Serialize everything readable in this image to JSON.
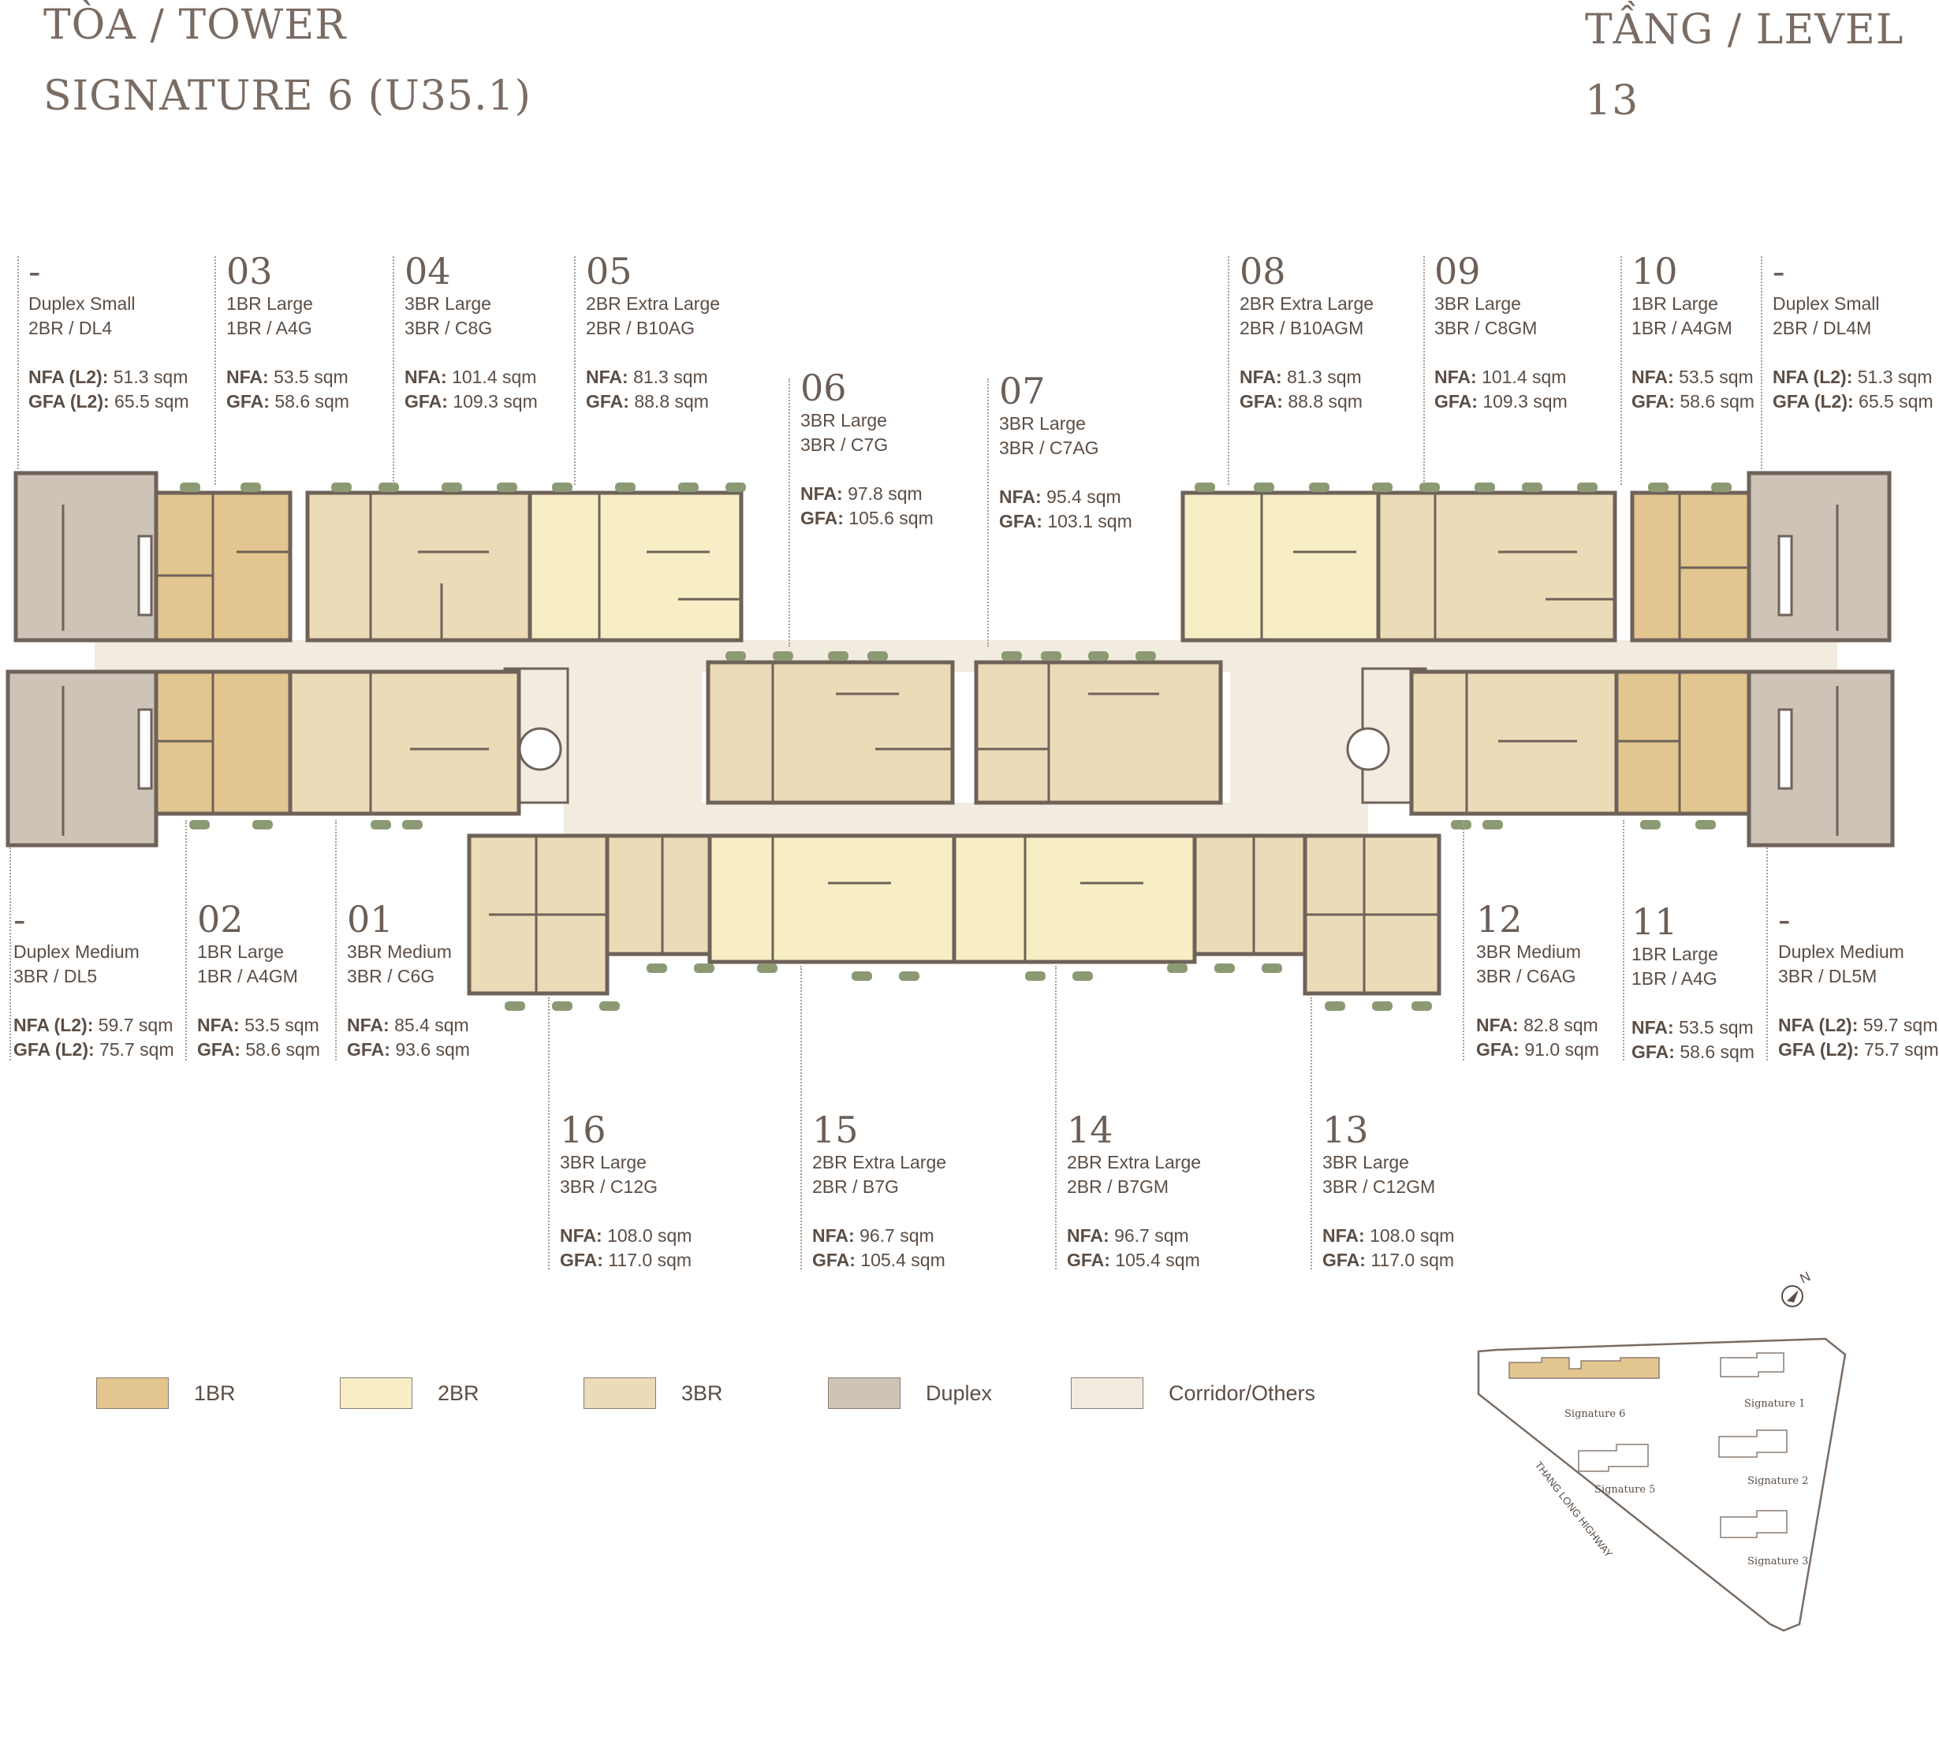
{
  "header": {
    "tower_label": "TÒA / TOWER",
    "tower_name": "SIGNATURE 6 (U35.1)",
    "level_label": "TẦNG / LEVEL",
    "level_number": "13"
  },
  "colors": {
    "1br": "#e3c68f",
    "2br": "#f7eec6",
    "3br": "#ecdbb7",
    "duplex": "#cdc3b6",
    "corridor": "#f2ebe0",
    "wall": "#6e6259",
    "planter": "#8c9a74"
  },
  "units": {
    "u_ds_left": {
      "num": "-",
      "name": "Duplex Small",
      "code": "2BR / DL4",
      "nfa_k": "NFA (L2):",
      "nfa": "51.3 sqm",
      "gfa_k": "GFA (L2):",
      "gfa": "65.5 sqm"
    },
    "u03": {
      "num": "03",
      "name": "1BR Large",
      "code": "1BR / A4G",
      "nfa_k": "NFA:",
      "nfa": "53.5 sqm",
      "gfa_k": "GFA:",
      "gfa": "58.6 sqm"
    },
    "u04": {
      "num": "04",
      "name": "3BR Large",
      "code": "3BR / C8G",
      "nfa_k": "NFA:",
      "nfa": "101.4 sqm",
      "gfa_k": "GFA:",
      "gfa": "109.3 sqm"
    },
    "u05": {
      "num": "05",
      "name": "2BR Extra Large",
      "code": "2BR / B10AG",
      "nfa_k": "NFA:",
      "nfa": "81.3 sqm",
      "gfa_k": "GFA:",
      "gfa": "88.8 sqm"
    },
    "u06": {
      "num": "06",
      "name": "3BR Large",
      "code": "3BR / C7G",
      "nfa_k": "NFA:",
      "nfa": "97.8 sqm",
      "gfa_k": "GFA:",
      "gfa": "105.6 sqm"
    },
    "u07": {
      "num": "07",
      "name": "3BR Large",
      "code": "3BR / C7AG",
      "nfa_k": "NFA:",
      "nfa": "95.4 sqm",
      "gfa_k": "GFA:",
      "gfa": "103.1 sqm"
    },
    "u08": {
      "num": "08",
      "name": "2BR Extra Large",
      "code": "2BR / B10AGM",
      "nfa_k": "NFA:",
      "nfa": "81.3 sqm",
      "gfa_k": "GFA:",
      "gfa": "88.8 sqm"
    },
    "u09": {
      "num": "09",
      "name": "3BR Large",
      "code": "3BR / C8GM",
      "nfa_k": "NFA:",
      "nfa": "101.4 sqm",
      "gfa_k": "GFA:",
      "gfa": "109.3 sqm"
    },
    "u10": {
      "num": "10",
      "name": "1BR Large",
      "code": "1BR / A4GM",
      "nfa_k": "NFA:",
      "nfa": "53.5 sqm",
      "gfa_k": "GFA:",
      "gfa": "58.6 sqm"
    },
    "u_ds_right": {
      "num": "-",
      "name": "Duplex Small",
      "code": "2BR / DL4M",
      "nfa_k": "NFA (L2):",
      "nfa": "51.3 sqm",
      "gfa_k": "GFA (L2):",
      "gfa": "65.5 sqm"
    },
    "u_dm_left": {
      "num": "-",
      "name": "Duplex Medium",
      "code": "3BR / DL5",
      "nfa_k": "NFA (L2):",
      "nfa": "59.7 sqm",
      "gfa_k": "GFA (L2):",
      "gfa": "75.7 sqm"
    },
    "u02": {
      "num": "02",
      "name": "1BR Large",
      "code": "1BR / A4GM",
      "nfa_k": "NFA:",
      "nfa": "53.5 sqm",
      "gfa_k": "GFA:",
      "gfa": "58.6 sqm"
    },
    "u01": {
      "num": "01",
      "name": "3BR Medium",
      "code": "3BR / C6G",
      "nfa_k": "NFA:",
      "nfa": "85.4 sqm",
      "gfa_k": "GFA:",
      "gfa": "93.6 sqm"
    },
    "u12": {
      "num": "12",
      "name": "3BR Medium",
      "code": "3BR / C6AG",
      "nfa_k": "NFA:",
      "nfa": "82.8 sqm",
      "gfa_k": "GFA:",
      "gfa": "91.0 sqm"
    },
    "u11": {
      "num": "11",
      "name": "1BR Large",
      "code": "1BR / A4G",
      "nfa_k": "NFA:",
      "nfa": "53.5 sqm",
      "gfa_k": "GFA:",
      "gfa": "58.6 sqm"
    },
    "u_dm_right": {
      "num": "-",
      "name": "Duplex Medium",
      "code": "3BR / DL5M",
      "nfa_k": "NFA (L2):",
      "nfa": "59.7 sqm",
      "gfa_k": "GFA (L2):",
      "gfa": "75.7 sqm"
    },
    "u16": {
      "num": "16",
      "name": "3BR Large",
      "code": "3BR / C12G",
      "nfa_k": "NFA:",
      "nfa": "108.0 sqm",
      "gfa_k": "GFA:",
      "gfa": "117.0 sqm"
    },
    "u15": {
      "num": "15",
      "name": "2BR Extra Large",
      "code": "2BR / B7G",
      "nfa_k": "NFA:",
      "nfa": "96.7 sqm",
      "gfa_k": "GFA:",
      "gfa": "105.4 sqm"
    },
    "u14": {
      "num": "14",
      "name": "2BR Extra Large",
      "code": "2BR / B7GM",
      "nfa_k": "NFA:",
      "nfa": "96.7 sqm",
      "gfa_k": "GFA:",
      "gfa": "105.4 sqm"
    },
    "u13": {
      "num": "13",
      "name": "3BR Large",
      "code": "3BR / C12GM",
      "nfa_k": "NFA:",
      "nfa": "108.0 sqm",
      "gfa_k": "GFA:",
      "gfa": "117.0 sqm"
    }
  },
  "legend": {
    "l1": "1BR",
    "l2": "2BR",
    "l3": "3BR",
    "l4": "Duplex",
    "l5": "Corridor/Others"
  },
  "site_map": {
    "sig6": "Signature 6",
    "sig1": "Signature 1",
    "sig5": "Signature 5",
    "sig2": "Signature 2",
    "sig3": "Signature 3",
    "highway": "THANG LONG HIGHWAY",
    "north": "N"
  }
}
